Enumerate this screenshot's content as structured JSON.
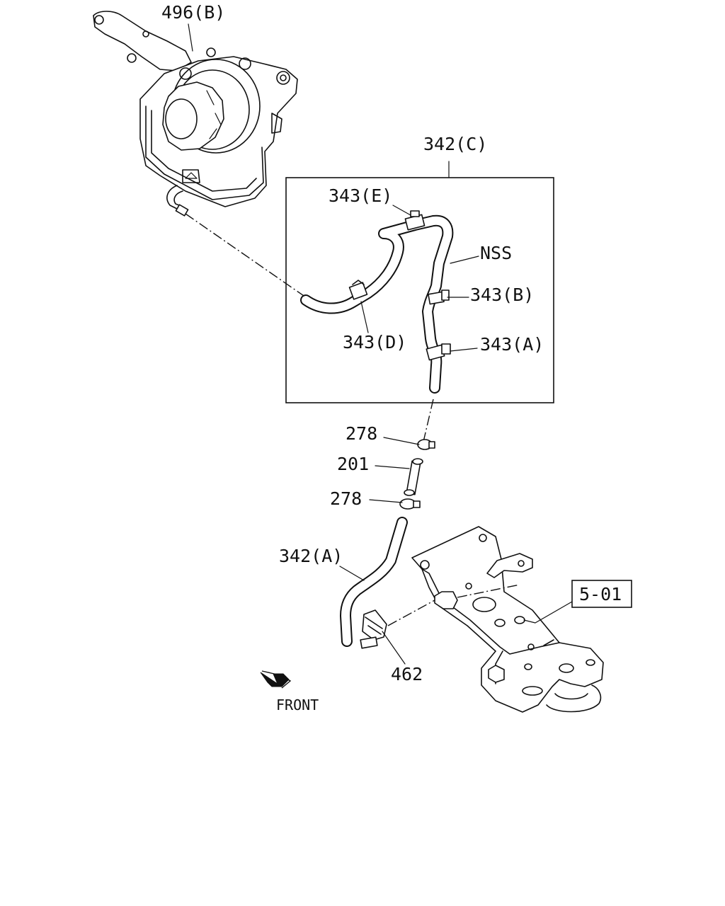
{
  "labels": {
    "filter_housing": "496(B)",
    "hose_assembly": "342(C)",
    "clip_e": "343(E)",
    "nss": "NSS",
    "clip_b": "343(B)",
    "clip_d": "343(D)",
    "clip_a": "343(A)",
    "clamp_upper": "278",
    "connector": "201",
    "clamp_lower": "278",
    "hose_lower": "342(A)",
    "bracket_ref": "5-01",
    "holder": "462",
    "front": "FRONT"
  }
}
